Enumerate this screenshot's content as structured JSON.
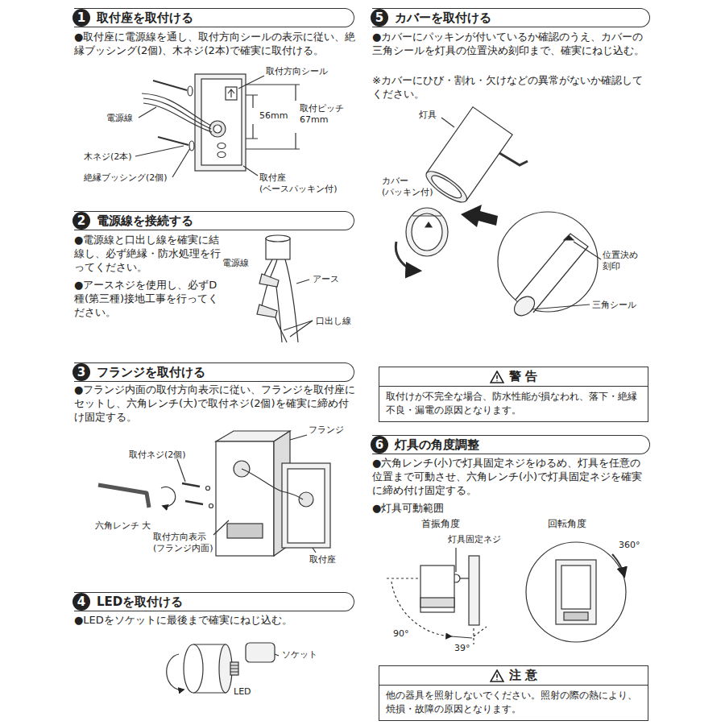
{
  "diagram": {
    "nodes": [
      {
        "text": [
          "1",
          "取付座を取付ける"
        ]
      },
      {
        "text": [
          "2",
          "電源線を接続する"
        ]
      },
      {
        "text": [
          "3",
          "フランジを取付ける"
        ]
      },
      {
        "text": [
          "4",
          "LEDを取付ける"
        ]
      },
      {
        "text": [
          "5",
          "カバーを取付ける"
        ]
      },
      {
        "text": [
          "警 告",
          "取付けが不完全な場合、防水性能が損なわれ、落下・絶縁不良・漏電の原因となります。"
        ]
      },
      {
        "text": [
          "6",
          "灯具の角度調整"
        ]
      },
      {
        "text": [
          "注 意",
          "他の器具を照射しないでください。照射の際の熱により、焼損・故障の原因となります。"
        ]
      }
    ],
    "labels": [
      "●取付座に電源線を通し、取付方向シールの表示に従い、絶縁ブッシング(2個)、木ネジ(2本)で確実に取付ける。",
      "取付方向シール",
      "電源線",
      "56mm",
      "取付ピッチ 67mm",
      "木ネジ(2本)",
      "絶縁ブッシング(2個)",
      "取付座 (ベースパッキン付)",
      "●電源線と口出し線を確実に結線し、必ず絶縁・防水処理を行ってください。",
      "●アースネジを使用し、必ずD種(第三種)接地工事を行ってください。",
      "電源線",
      "アース",
      "口出し線",
      "●フランジ内面の取付方向表示に従い、フランジを取付座にセットし、六角レンチ(大)で取付ネジ(2個)を確実に締め付け固定する。",
      "フランジ",
      "取付ネジ(2個)",
      "六角レンチ 大",
      "取付方向表示 (フランジ内面)",
      "取付座",
      "●LEDをソケットに最後まで確実にねじ込む。",
      "ソケット",
      "LED",
      "●カバーにパッキンが付いているか確認のうえ、カバーの三角シールを灯具の位置決め刻印まで、確実にねじ込む。",
      "※カバーにひび・割れ・欠けなどの異常がないか確認してください。",
      "灯具",
      "カバー (パッキン付)",
      "位置決め 刻印",
      "三角シール",
      "●六角レンチ(小)で灯具固定ネジをゆるめ、灯具を任意の位置まで可動させ、六角レンチ(小)で灯具固定ネジを確実に締め付け固定する。",
      "●灯具可動範囲",
      "首振角度",
      "回転角度",
      "灯具固定ネジ",
      "360°",
      "90°",
      "39°"
    ]
  }
}
